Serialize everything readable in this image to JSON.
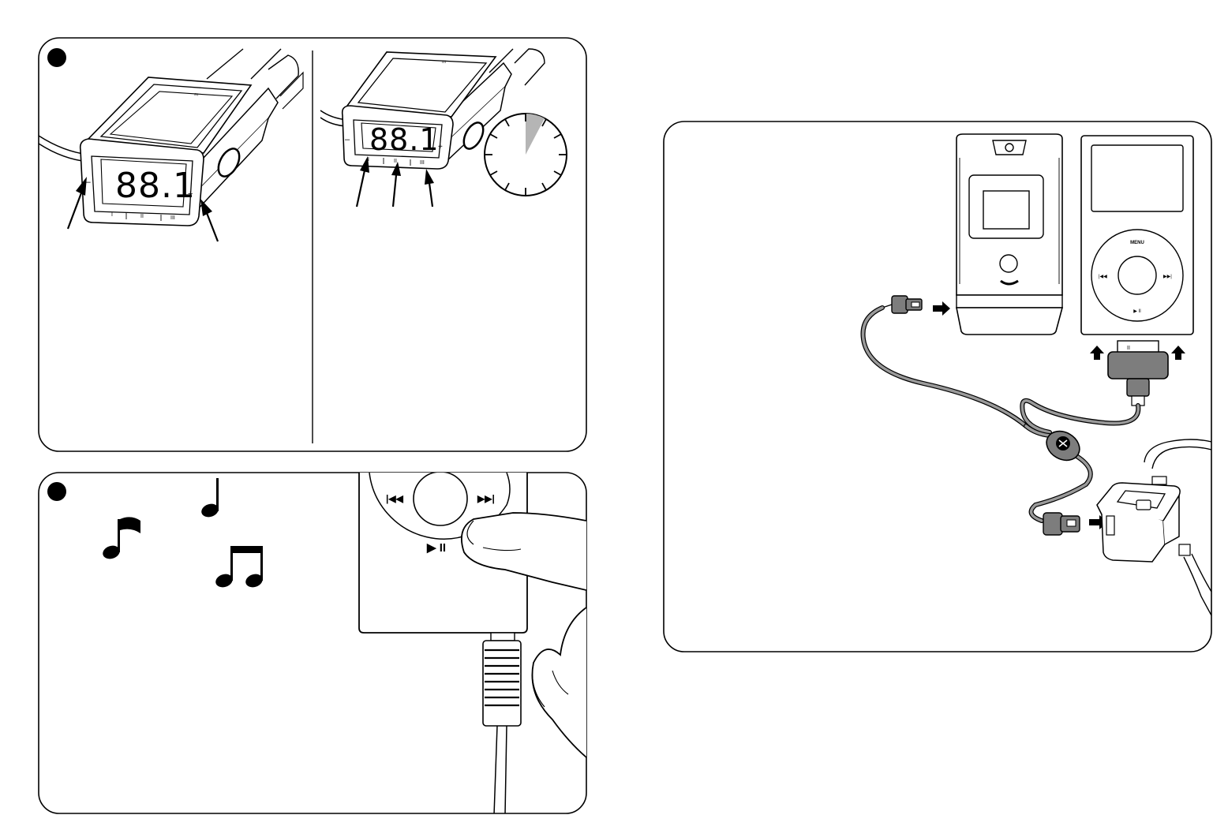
{
  "panel1": {
    "left_view": {
      "display": "88.1",
      "minus": "–",
      "plus": "+",
      "presets": [
        "I",
        "II",
        "III"
      ]
    },
    "right_view": {
      "display": "88.1",
      "minus": "–",
      "plus": "+",
      "presets": [
        "I",
        "II",
        "III"
      ]
    }
  },
  "panel2": {
    "wheel": {
      "prev": "|◀◀",
      "next": "▶▶|",
      "play": "▶ II"
    }
  },
  "panel3": {
    "ipod": {
      "menu": "MENU",
      "prev": "|◀◀",
      "next": "▶▶|",
      "play": "▶ II"
    },
    "dock_connector": "II"
  },
  "colors": {
    "ink": "#000000",
    "paper": "#ffffff",
    "cable": "#9a9a9a",
    "plug": "#7d7d7d",
    "timer_wedge": "#b5b5b5"
  }
}
